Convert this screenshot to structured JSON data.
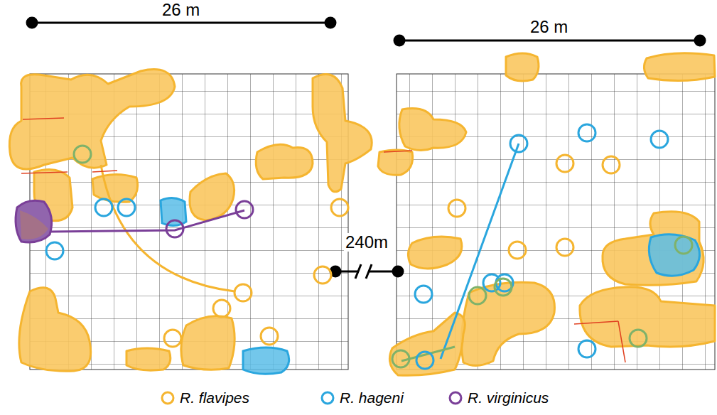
{
  "diagram": {
    "labels": [
      "26 m",
      "26 m",
      "240m"
    ],
    "legend": [
      {
        "text": "R. flavipes",
        "color": "#f5b530"
      },
      {
        "text": "R. hageni",
        "color": "#2aa6de"
      },
      {
        "text": "R. virginicus",
        "color": "#7a3f98"
      }
    ]
  }
}
